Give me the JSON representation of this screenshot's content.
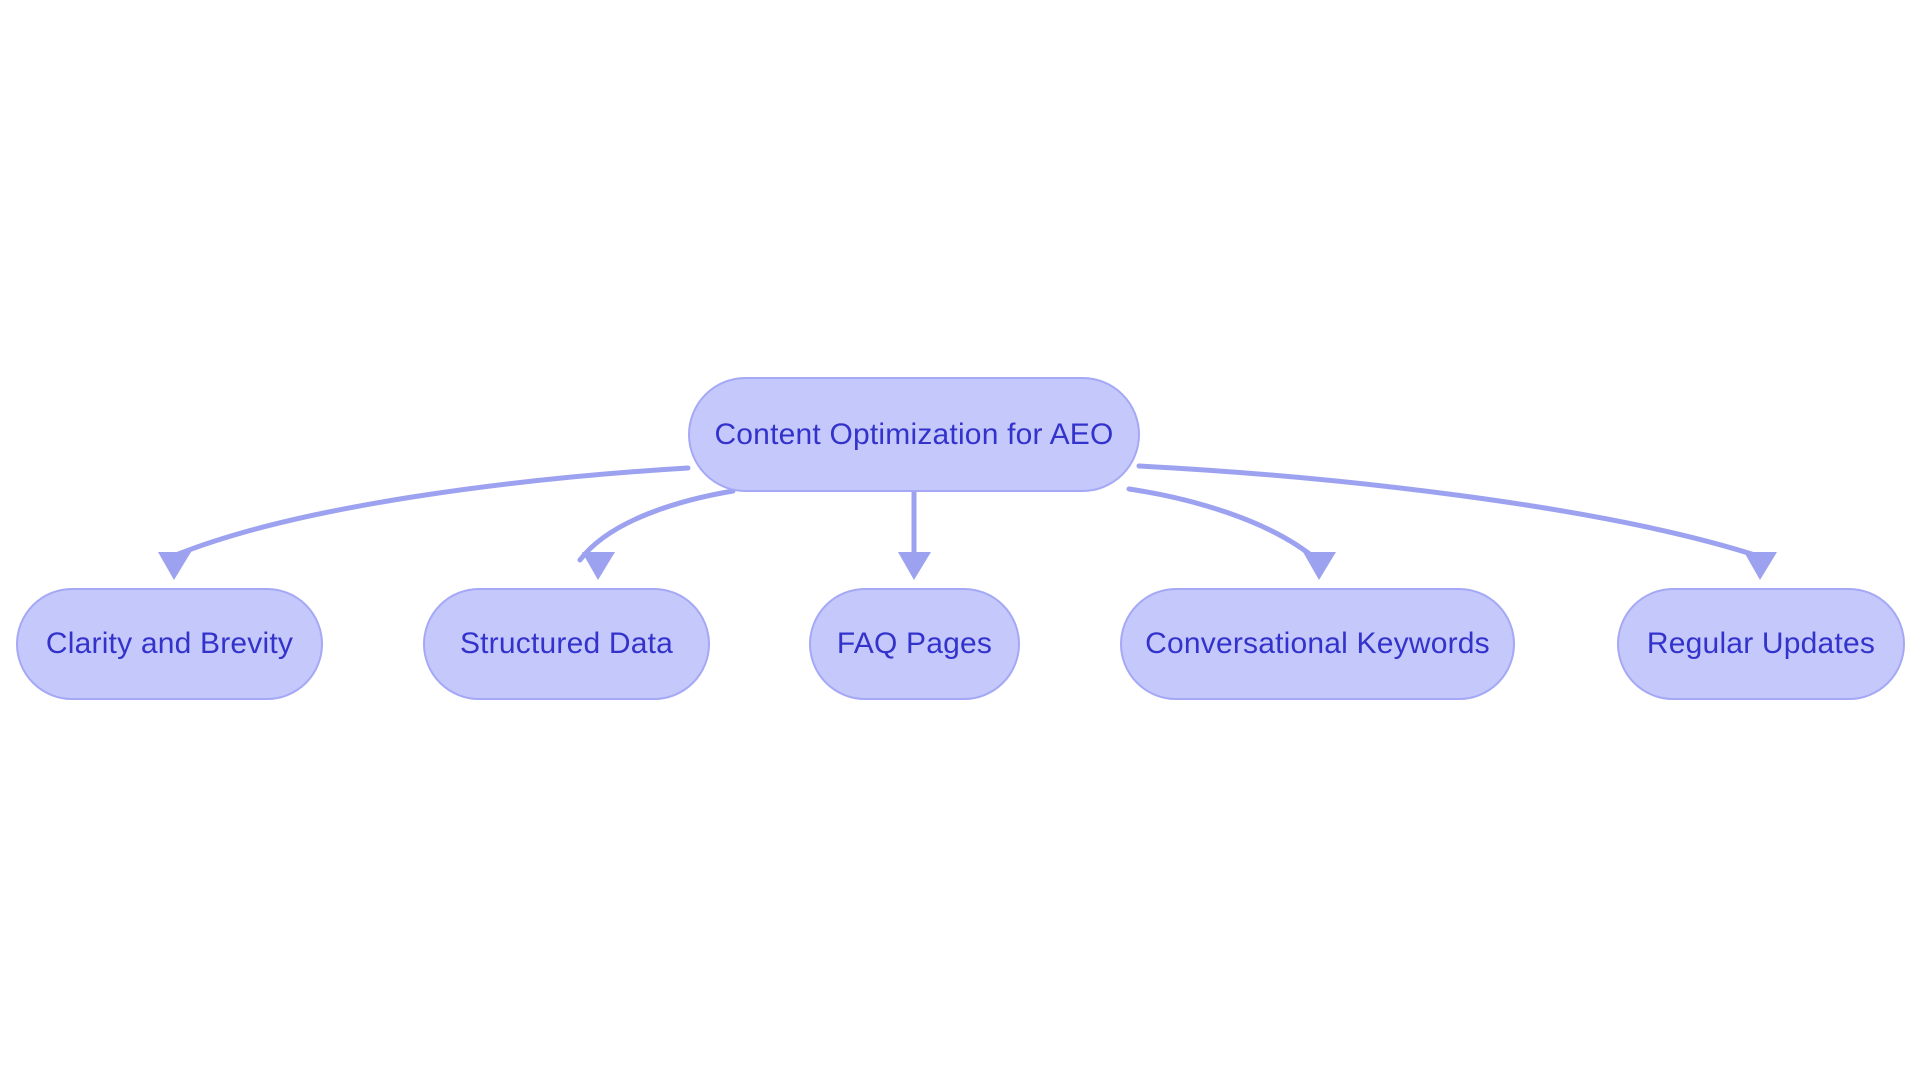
{
  "diagram": {
    "type": "flowchart",
    "orientation": "top-down",
    "background_color": "#ffffff",
    "node_fill_color": "#c5c8fb",
    "node_border_color": "#a5a9f5",
    "node_text_color": "#3333cc",
    "edge_color": "#9ca2f0",
    "root": {
      "id": "root",
      "label": "Content Optimization for AEO"
    },
    "children": [
      {
        "id": "leaf-0",
        "label": "Clarity and Brevity"
      },
      {
        "id": "leaf-1",
        "label": "Structured Data"
      },
      {
        "id": "leaf-2",
        "label": "FAQ Pages"
      },
      {
        "id": "leaf-3",
        "label": "Conversational Keywords"
      },
      {
        "id": "leaf-4",
        "label": "Regular Updates"
      }
    ],
    "edges": [
      {
        "from": "root",
        "to": "leaf-0",
        "arrow": "down"
      },
      {
        "from": "root",
        "to": "leaf-1",
        "arrow": "down"
      },
      {
        "from": "root",
        "to": "leaf-2",
        "arrow": "down"
      },
      {
        "from": "root",
        "to": "leaf-3",
        "arrow": "down"
      },
      {
        "from": "root",
        "to": "leaf-4",
        "arrow": "down"
      }
    ]
  }
}
